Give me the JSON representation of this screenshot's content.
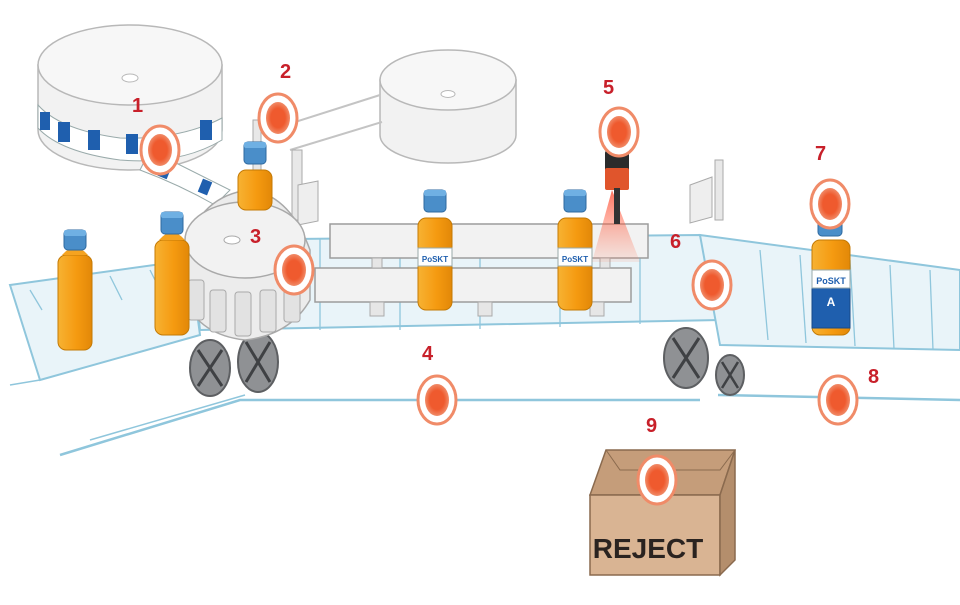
{
  "diagram": {
    "callouts": [
      "1",
      "2",
      "3",
      "4",
      "5",
      "6",
      "7",
      "8",
      "9"
    ],
    "reject_box_label": "REJECT",
    "label_text": {
      "brand": "PoSKT",
      "grade": "A"
    },
    "colors": {
      "accent_red": "#c8202a",
      "marker_fill": "#ef5a2e",
      "conveyor_line": "#8fc6dc",
      "conveyor_fill": "#e9f4f9",
      "bottle_body": "#f6a21a",
      "bottle_cap": "#4a8ec9",
      "label_blue": "#1f5fae",
      "box_brown": "#d9b493"
    }
  }
}
